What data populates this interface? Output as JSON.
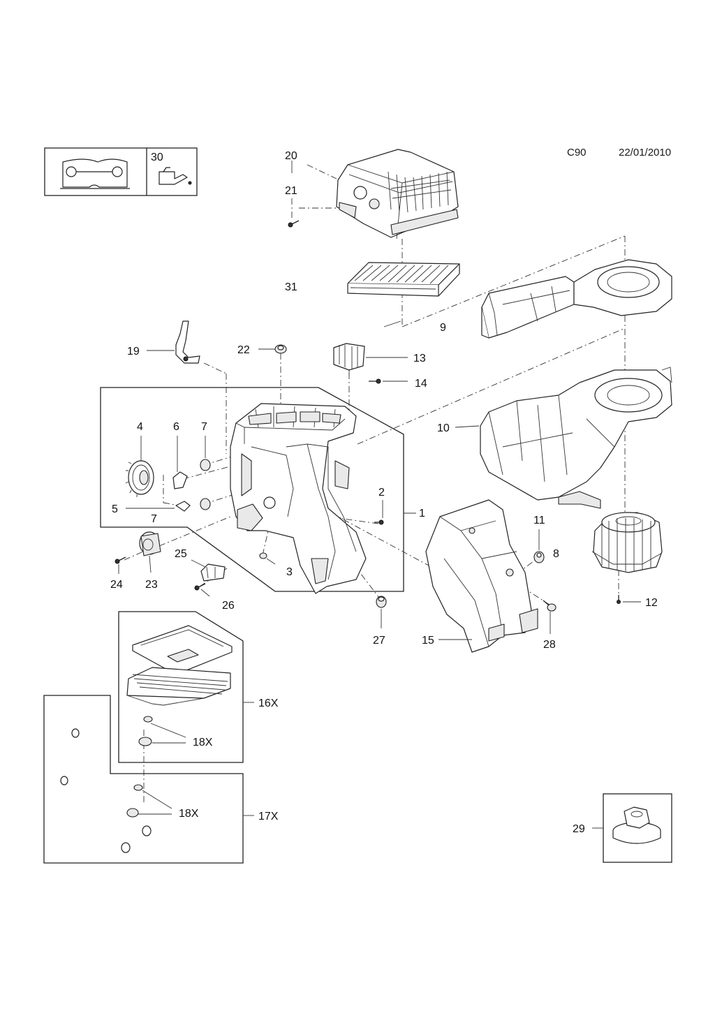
{
  "header": {
    "code": "C90",
    "date": "22/01/2010"
  },
  "icon_box": {
    "ref": "30",
    "book_icon": "service-manual-wrench-icon",
    "fluid_icon": "oil-can-icon"
  },
  "parts": {
    "p1": "1",
    "p2": "2",
    "p3": "3",
    "p4": "4",
    "p5": "5",
    "p6": "6",
    "p7a": "7",
    "p7b": "7",
    "p8": "8",
    "p9": "9",
    "p10": "10",
    "p11": "11",
    "p12": "12",
    "p13": "13",
    "p14": "14",
    "p15": "15",
    "p16x": "16X",
    "p17x": "17X",
    "p18xa": "18X",
    "p18xb": "18X",
    "p19": "19",
    "p20": "20",
    "p21": "21",
    "p22": "22",
    "p23": "23",
    "p24": "24",
    "p25": "25",
    "p26": "26",
    "p27": "27",
    "p28": "28",
    "p29": "29",
    "p31": "31"
  }
}
